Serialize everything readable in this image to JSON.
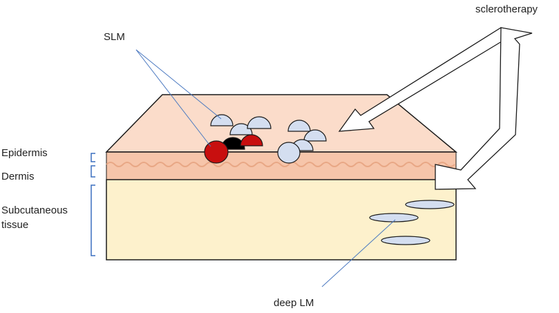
{
  "labels": {
    "slm": "SLM",
    "sclerotherapy": "sclerotherapy",
    "epidermis": "Epidermis",
    "dermis": "Dermis",
    "subcutaneous_line1": "Subcutaneous",
    "subcutaneous_line2": "tissue",
    "deep_lm": "deep LM"
  },
  "colors": {
    "skin_top": "#fbdcca",
    "dermis": "#f6c5aa",
    "dermis_wave": "#e8a785",
    "subcutaneous": "#fdf1cc",
    "outline": "#1a1a1a",
    "lesion_light": "#d4def0",
    "lesion_red": "#c80f0f",
    "lesion_black": "#000000",
    "pointer_line": "#4a78c0",
    "bracket": "#3a6fbf",
    "arrow_fill": "#ffffff"
  }
}
